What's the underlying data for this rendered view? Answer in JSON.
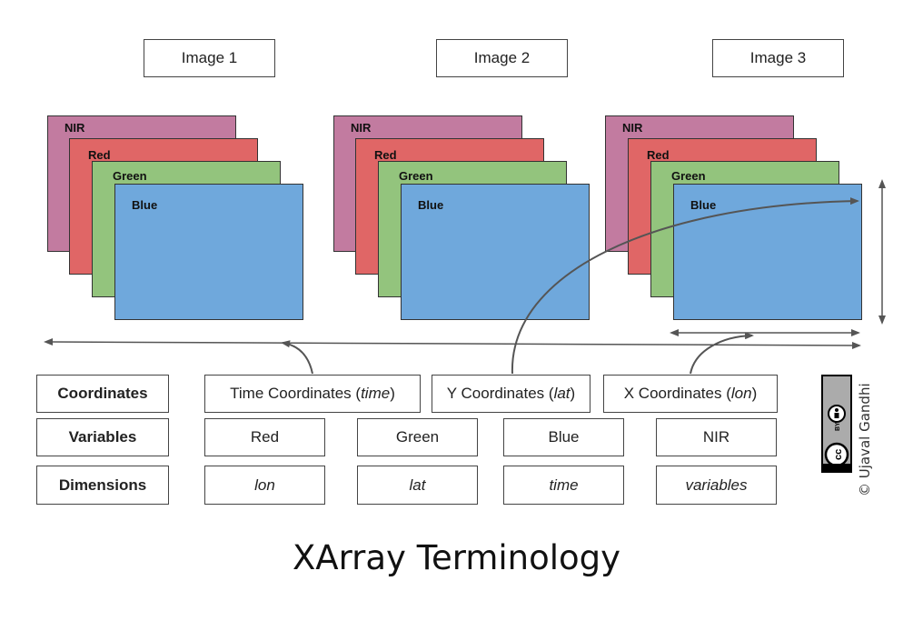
{
  "images": [
    {
      "label": "Image 1",
      "layers": {
        "nir": "NIR",
        "red": "Red",
        "green": "Green",
        "blue": "Blue"
      }
    },
    {
      "label": "Image 2",
      "layers": {
        "nir": "NIR",
        "red": "Red",
        "green": "Green",
        "blue": "Blue"
      }
    },
    {
      "label": "Image 3",
      "layers": {
        "nir": "NIR",
        "red": "Red",
        "green": "Green",
        "blue": "Blue"
      }
    }
  ],
  "rows": {
    "coordinates": {
      "label": "Coordinates",
      "time_prefix": "Time Coordinates (",
      "time_var": "time",
      "y_prefix": "Y Coordinates (",
      "y_var": "lat",
      "x_prefix": "X Coordinates (",
      "x_var": "lon",
      "close": ")"
    },
    "variables": {
      "label": "Variables",
      "items": [
        "Red",
        "Green",
        "Blue",
        "NIR"
      ]
    },
    "dimensions": {
      "label": "Dimensions",
      "items": [
        "lon",
        "lat",
        "time",
        "variables"
      ]
    }
  },
  "title": "XArray Terminology",
  "credit": "© Ujaval Gandhi",
  "license": {
    "cc": "cc",
    "by": "BY"
  },
  "colors": {
    "nir": "#c27ba0",
    "red": "#e06666",
    "green": "#93c47d",
    "blue": "#6fa8dc",
    "arrow": "#555555"
  }
}
